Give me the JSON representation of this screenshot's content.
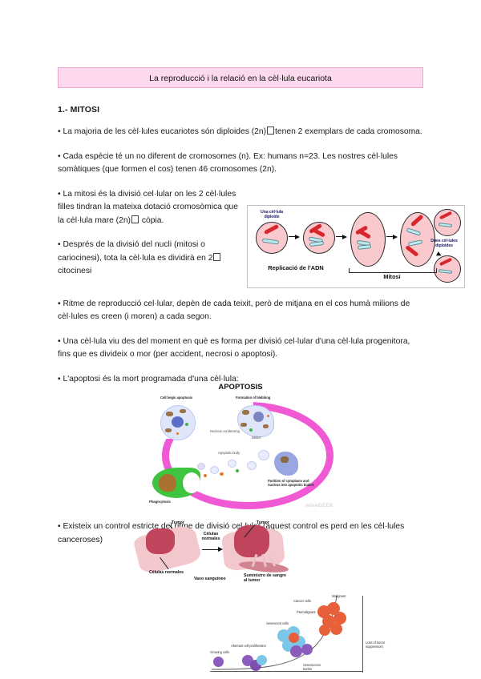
{
  "document": {
    "title_banner": "La reproducció i la relació en la cèl·lula eucariota",
    "section_heading": "1.- MITOSI",
    "banner_bg": "#fcd9ee",
    "banner_border": "#f0a8d0"
  },
  "paragraphs": {
    "p1_a": "• La majoria de les cèl·lules eucariotes són diploides (2n)",
    "p1_b": "tenen 2 exemplars de cada cromosoma.",
    "p2": "• Cada espècie té un no diferent de cromosomes (n). Ex: humans n=23. Les nostres cèl·lules somàtiques (que formen el cos) tenen 46 cromosomes (2n).",
    "p3_a": "• La mitosi és la divisió cel·lular on les 2 cèl·lules filles tindran la mateixa dotació cromosòmica que la cèl·lula mare (2n)",
    "p3_b": "còpia.",
    "p4_a": "• Després de la divisió del nucli (mitosi o cariocinesi), tota la cèl·lula es dividirà en 2",
    "p4_b": "citocinesi",
    "p5": "• Ritme de reproducció cel·lular, depèn de cada teixit, però de mitjana en el cos humà milions de cèl·lules es creen (i moren) a cada segon.",
    "p6": "• Una cèl·lula viu des del moment en què es forma per divisió cel·lular d'una cèl·lula progenitora, fins que es divideix o mor (per accident, necrosi o apoptosi).",
    "p7": "• L'apoptosi és la mort programada d'una cèl·lula:",
    "p8": "• Existeix un control estricte del ritme de divisió cel·lular (aquest control es perd en les cèl·lules canceroses)"
  },
  "figure_mitosi": {
    "label_start": "Una cèl·lula diploide",
    "caption_replication": "Replicació de l'ADN",
    "caption_mitosi": "Mitosi",
    "label_end": "Dues cèl·lules diploides",
    "cell_fill": "#f9c9cd",
    "chromosome_red": "#d8262c",
    "chromosome_cyan": "#bfe9ee"
  },
  "figure_apoptosi": {
    "title": "APOPTOSIS",
    "labels": {
      "begin": "Cell begin apoptosis",
      "blebbing": "Formation of blebbing",
      "nucleus": "Nucleus condensing",
      "bleb": "Bleber",
      "apoptotic_body": "Apoptotic body",
      "partition": "Partition of cytoplasm and nucleus into apoptotic bodies",
      "phagocytosis": "Phagocytosis"
    },
    "watermark": "wiseGEEK",
    "ring_color": "#ef4ad0",
    "phagocyte_color": "#3fc43f"
  },
  "figure_tumor": {
    "labels": {
      "tumor_left": "Tumor",
      "tumor_right": "Tumor",
      "normal_cells_mid": "Células normales",
      "normal_cells_left": "Células normales",
      "blood_vessel": "Vaso sanguíneo",
      "blood_supply": "Suministro de sangre al tumor"
    },
    "tumor_color": "#c0445c",
    "normal_color": "#f3c8cc"
  },
  "figure_senescence": {
    "labels": {
      "growing": "Growing cells",
      "aberrant": "Aberrant cell proliferation",
      "senescent": "Senescent cells",
      "premalignant": "Premalignant",
      "malignant": "Malignant",
      "cancer_cells": "Cancer cells",
      "loss": "Loss of tumor suppressors",
      "barrier": "Senescence barrier"
    },
    "color_growing": "#8b5bbd",
    "color_senescent": "#7cc7e8",
    "color_cancer": "#e8603a"
  }
}
